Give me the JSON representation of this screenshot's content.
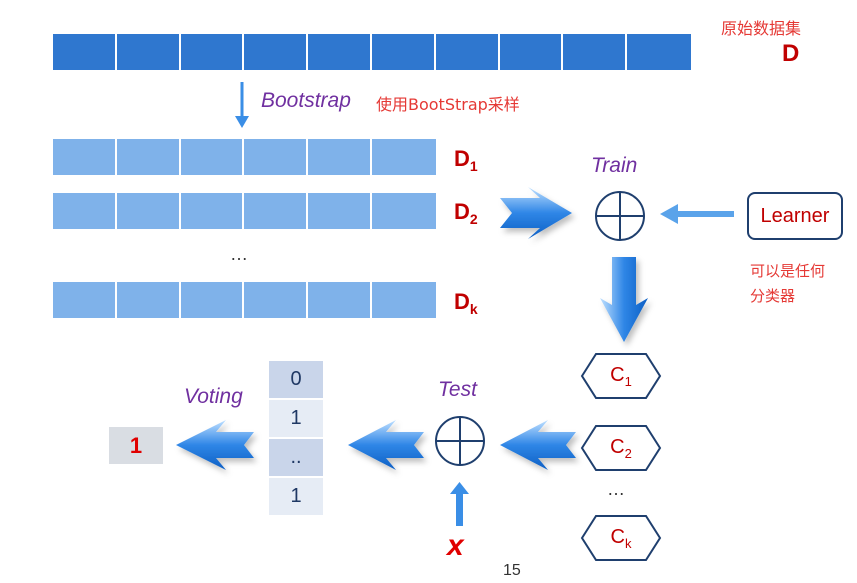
{
  "dataset": {
    "label_cn": "原始数据集",
    "label": "D"
  },
  "bootstrap": {
    "label": "Bootstrap",
    "note_cn": "使用BootStrap采样"
  },
  "subsets": [
    {
      "name": "D",
      "sub": "1"
    },
    {
      "name": "D",
      "sub": "2"
    },
    {
      "name": "D",
      "sub": "k"
    }
  ],
  "subset_ellipsis": "…",
  "train": {
    "label": "Train"
  },
  "learner": {
    "label": "Learner",
    "note_cn_line1": "可以是任何",
    "note_cn_line2": "分类器"
  },
  "classifiers": [
    {
      "name": "C",
      "sub": "1"
    },
    {
      "name": "C",
      "sub": "2"
    },
    {
      "name": "C",
      "sub": "k"
    }
  ],
  "classifier_ellipsis": "…",
  "test": {
    "label": "Test",
    "input": "x"
  },
  "votes": [
    "0",
    "1",
    "..",
    "1"
  ],
  "voting": {
    "label": "Voting",
    "result": "1"
  },
  "page_number": "15",
  "colors": {
    "strip_dark": "#2f77cf",
    "strip_light": "#7fb2ea",
    "arrow": "#3a8ee6",
    "accent_red": "#c00000",
    "purple": "#7030a0"
  }
}
